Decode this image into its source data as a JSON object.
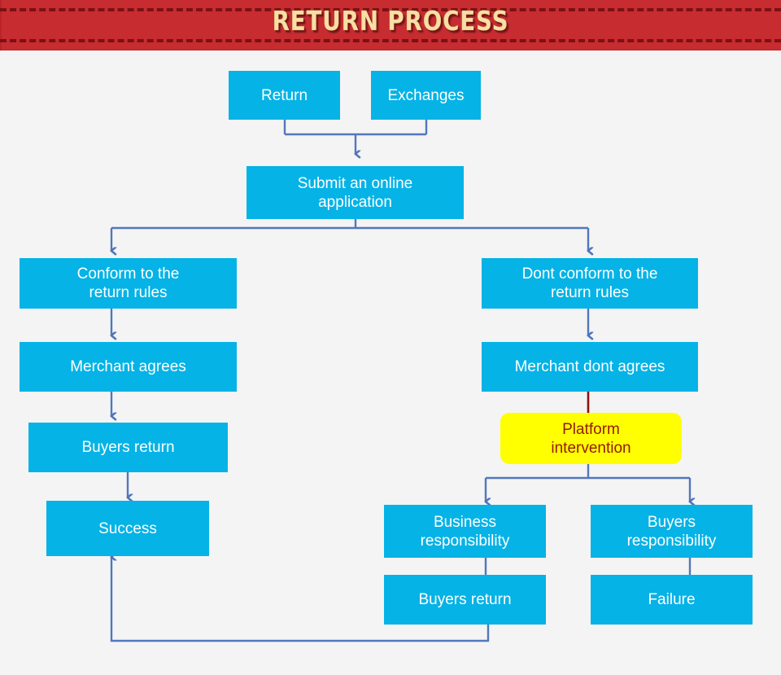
{
  "header": {
    "title": "RETURN PROCESS",
    "background_color": "#C42126",
    "title_color": "#F7DFA5",
    "stitch_color": "#6E0D10"
  },
  "theme": {
    "canvas_background": "#F4F4F4",
    "node_fill": "#05B3E6",
    "node_text": "#FFFFFF",
    "highlight_fill": "#FFFF00",
    "highlight_text": "#921A08",
    "connector_color": "#5277BC",
    "red_connector_color": "#8E1111"
  },
  "chart_data": {
    "type": "diagram",
    "title": "RETURN PROCESS",
    "nodes": [
      {
        "id": "return",
        "label": "Return",
        "style": "blue"
      },
      {
        "id": "exchanges",
        "label": "Exchanges",
        "style": "blue"
      },
      {
        "id": "submit",
        "label": "Submit an online application",
        "style": "blue"
      },
      {
        "id": "conform",
        "label": "Conform to the return rules",
        "style": "blue"
      },
      {
        "id": "dont_conform",
        "label": "Dont conform to the return rules",
        "style": "blue"
      },
      {
        "id": "merchant_agrees",
        "label": "Merchant agrees",
        "style": "blue"
      },
      {
        "id": "merchant_dont",
        "label": "Merchant dont agrees",
        "style": "blue"
      },
      {
        "id": "platform",
        "label": "Platform intervention",
        "style": "yellow"
      },
      {
        "id": "buyers_return_l",
        "label": "Buyers return",
        "style": "blue"
      },
      {
        "id": "success",
        "label": "Success",
        "style": "blue"
      },
      {
        "id": "business_resp",
        "label": "Business responsibility",
        "style": "blue"
      },
      {
        "id": "buyers_resp",
        "label": "Buyers responsibility",
        "style": "blue"
      },
      {
        "id": "buyers_return_r",
        "label": "Buyers return",
        "style": "blue"
      },
      {
        "id": "failure",
        "label": "Failure",
        "style": "blue"
      }
    ],
    "edges": [
      {
        "from": "return",
        "to": "submit"
      },
      {
        "from": "exchanges",
        "to": "submit"
      },
      {
        "from": "submit",
        "to": "conform"
      },
      {
        "from": "submit",
        "to": "dont_conform"
      },
      {
        "from": "conform",
        "to": "merchant_agrees"
      },
      {
        "from": "merchant_agrees",
        "to": "buyers_return_l"
      },
      {
        "from": "buyers_return_l",
        "to": "success"
      },
      {
        "from": "dont_conform",
        "to": "merchant_dont"
      },
      {
        "from": "merchant_dont",
        "to": "platform"
      },
      {
        "from": "platform",
        "to": "business_resp"
      },
      {
        "from": "platform",
        "to": "buyers_resp"
      },
      {
        "from": "business_resp",
        "to": "buyers_return_r"
      },
      {
        "from": "buyers_resp",
        "to": "failure"
      },
      {
        "from": "buyers_return_r",
        "to": "success"
      }
    ]
  },
  "nodes": {
    "return": {
      "line1": "Return"
    },
    "exchanges": {
      "line1": "Exchanges"
    },
    "submit": {
      "line1": "Submit an online",
      "line2": "application"
    },
    "conform": {
      "line1": "Conform to the",
      "line2": "return rules"
    },
    "dont_conform": {
      "line1": "Dont conform to the",
      "line2": "return rules"
    },
    "merchant_agrees": {
      "line1": "Merchant agrees"
    },
    "merchant_dont": {
      "line1": "Merchant dont agrees"
    },
    "platform": {
      "line1": "Platform",
      "line2": "intervention"
    },
    "buyers_return_l": {
      "line1": "Buyers return"
    },
    "success": {
      "line1": "Success"
    },
    "business_resp": {
      "line1": "Business",
      "line2": "responsibility"
    },
    "buyers_resp": {
      "line1": "Buyers",
      "line2": "responsibility"
    },
    "buyers_return_r": {
      "line1": "Buyers return"
    },
    "failure": {
      "line1": "Failure"
    }
  }
}
